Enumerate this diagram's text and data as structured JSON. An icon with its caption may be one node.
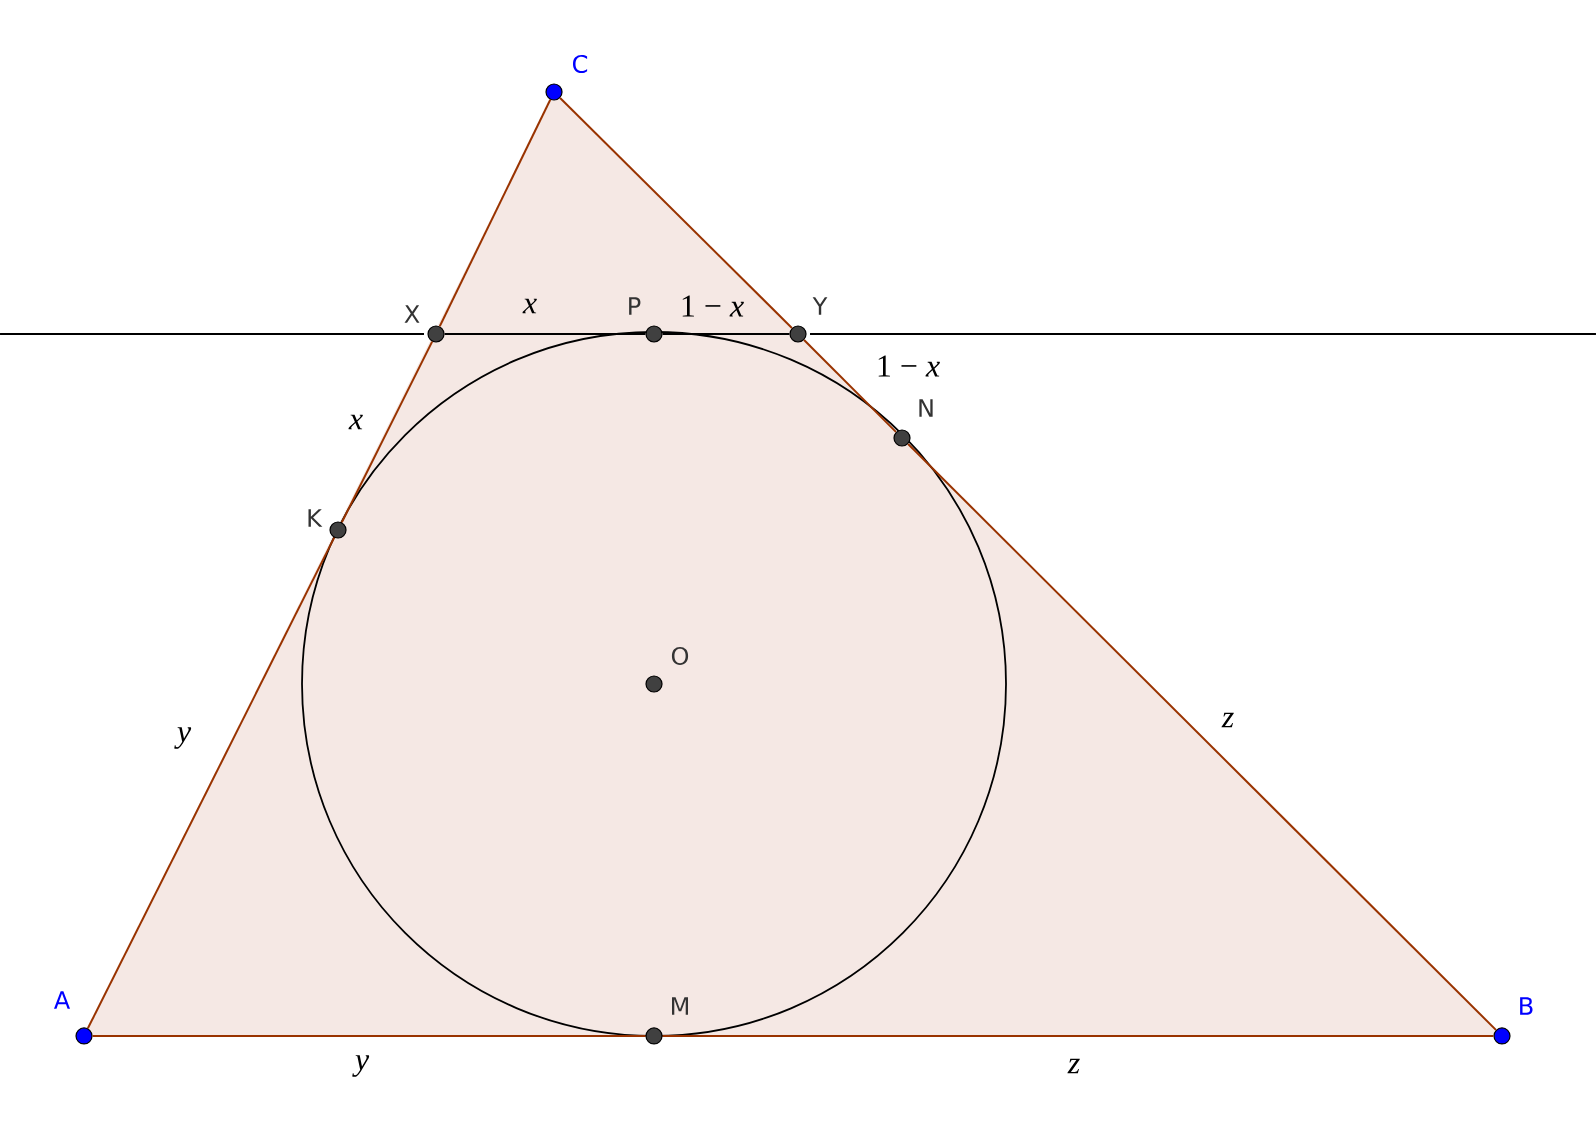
{
  "diagram": {
    "nodes": [
      {
        "text": [
          "C"
        ]
      },
      {
        "text": [
          "X"
        ]
      },
      {
        "text": [
          "P"
        ]
      },
      {
        "text": [
          "Y"
        ]
      },
      {
        "text": [
          "N"
        ]
      },
      {
        "text": [
          "K"
        ]
      },
      {
        "text": [
          "O"
        ]
      },
      {
        "text": [
          "A"
        ]
      },
      {
        "text": [
          "M"
        ]
      },
      {
        "text": [
          "B"
        ]
      }
    ],
    "edges": [
      {
        "from": 7,
        "to": 5,
        "arrow": "none",
        "label": "*y*"
      },
      {
        "from": 5,
        "to": 1,
        "arrow": "none",
        "label": "*x*"
      },
      {
        "from": 1,
        "to": 0,
        "arrow": "none"
      },
      {
        "from": 0,
        "to": 3,
        "arrow": "none"
      },
      {
        "from": 3,
        "to": 4,
        "arrow": "none",
        "label": "1 − *x*"
      },
      {
        "from": 4,
        "to": 9,
        "arrow": "none",
        "label": "*z*"
      },
      {
        "from": 7,
        "to": 8,
        "arrow": "none",
        "label": "*y*"
      },
      {
        "from": 8,
        "to": 9,
        "arrow": "none",
        "label": "*z*"
      },
      {
        "from": 1,
        "to": 2,
        "arrow": "none",
        "label": "*x*",
        "color": "#000000"
      },
      {
        "from": 2,
        "to": 3,
        "arrow": "none",
        "label": "1 − *x*",
        "color": "#000000"
      }
    ]
  }
}
